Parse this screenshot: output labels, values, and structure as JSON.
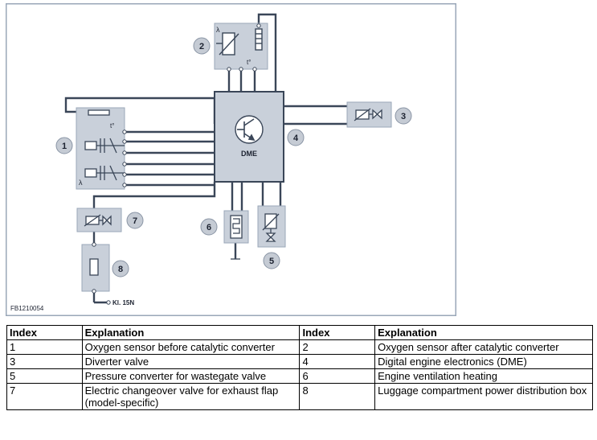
{
  "diagram": {
    "figure_id": "FB1210054",
    "dme_label": "DME",
    "terminal_label": "Kl. 15N",
    "lambda_symbol": "λ",
    "temp_symbol": "t°",
    "callouts": [
      "1",
      "2",
      "3",
      "4",
      "5",
      "6",
      "7",
      "8"
    ]
  },
  "table": {
    "headers": [
      "Index",
      "Explanation",
      "Index",
      "Explanation"
    ],
    "rows": [
      [
        "1",
        "Oxygen sensor before catalytic converter",
        "2",
        "Oxygen sensor after catalytic converter"
      ],
      [
        "3",
        "Diverter valve",
        "4",
        "Digital engine electronics (DME)"
      ],
      [
        "5",
        "Pressure converter for wastegate valve",
        "6",
        "Engine ventilation heating"
      ],
      [
        "7",
        "Electric changeover valve for exhaust flap (model-specific)",
        "8",
        "Luggage compartment power distribution box"
      ]
    ]
  }
}
